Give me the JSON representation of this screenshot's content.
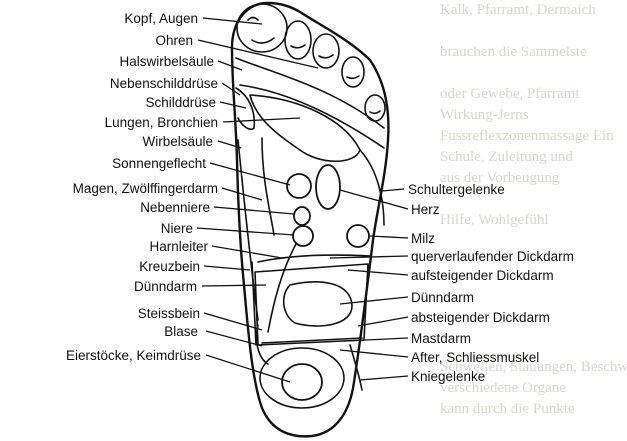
{
  "background_page": {
    "lines": [
      "Kalk, Pfarramt, Dermaich",
      "",
      "brauchen die Sammelste",
      "",
      "oder Gewebe, Pfarramt",
      "Wirkung-Jerns",
      "Fussreflexzonenmassage Ein",
      "Schule, Zuleitung und",
      "aus der Vorbeugung",
      "",
      "Hilfe, Wohlgefühl",
      "",
      "",
      "",
      "",
      "",
      "",
      "Schwellen, Stauungen, Beschwerden",
      "verschiedene Organe",
      "kann durch die Punkte"
    ]
  },
  "labels_left": [
    "Kopf, Augen",
    "Ohren",
    "Halswirbelsäule",
    "Nebenschilddrüse",
    "Schilddrüse",
    "Lungen, Bronchien",
    "Wirbelsäule",
    "Sonnengeflecht",
    "Magen, Zwölffingerdarm",
    "Nebenniere",
    "Niere",
    "Harnleiter",
    "Kreuzbein",
    "Dünndarm",
    "Steissbein",
    "Blase",
    "Eierstöcke, Keimdrüse"
  ],
  "labels_right": [
    "Schultergelenke",
    "Herz",
    "Milz",
    "querverlaufender Dickdarm",
    "aufsteigender Dickdarm",
    "Dünndarm",
    "absteigender Dickdarm",
    "Mastdarm",
    "After, Schliessmuskel",
    "Kniegelenke"
  ],
  "colors": {
    "ink": "#111111",
    "paper": "#ffffff",
    "show_through": "#d8d5cf"
  }
}
